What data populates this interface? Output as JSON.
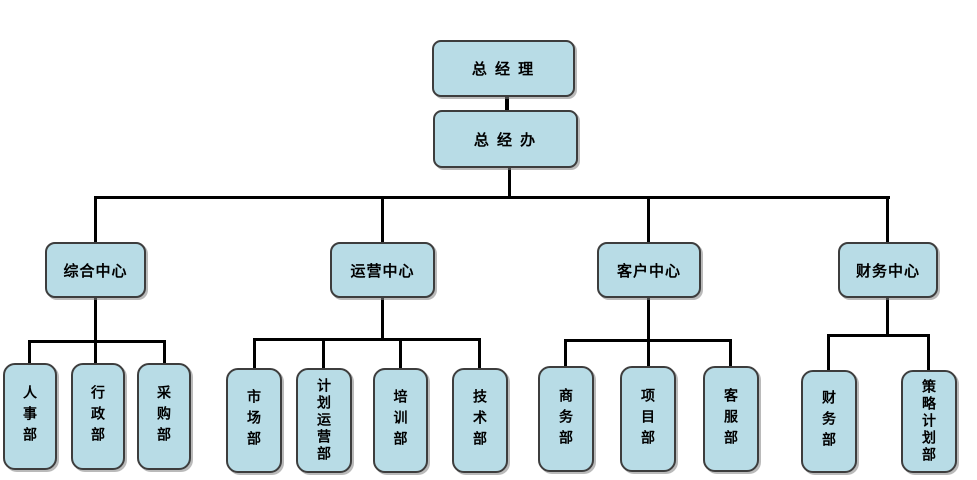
{
  "org": {
    "root": "总 经 理",
    "office": "总 经 办",
    "centers": [
      {
        "label": "综合中心",
        "depts": [
          "人事部",
          "行政部",
          "采购部"
        ]
      },
      {
        "label": "运营中心",
        "depts": [
          "市场部",
          "计划运营部",
          "培训部",
          "技术部"
        ]
      },
      {
        "label": "客户中心",
        "depts": [
          "商务部",
          "项目部",
          "客服部"
        ]
      },
      {
        "label": "财务中心",
        "depts": [
          "财务部",
          "策略计划部"
        ]
      }
    ]
  },
  "colors": {
    "fill": "#b8dce6",
    "border": "#3d3d3d",
    "line": "#000000"
  }
}
